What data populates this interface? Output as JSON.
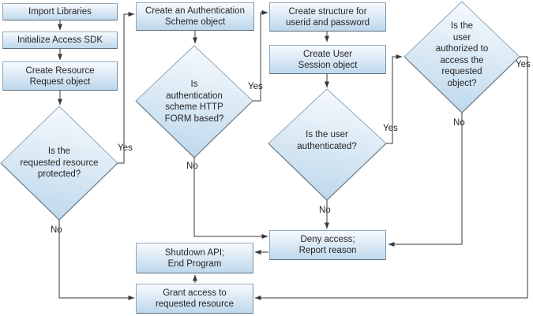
{
  "flowchart": {
    "nodes": {
      "import_libraries": "Import Libraries",
      "initialize_sdk": "Initialize Access SDK",
      "create_resource_request": "Create Resource\nRequest object",
      "create_auth_scheme": "Create an Authentication\nScheme object",
      "create_userid_structure": "Create structure for\nuserid and password",
      "create_user_session": "Create User\nSession object",
      "deny_access": "Deny access;\nReport reason",
      "shutdown_api": "Shutdown API;\nEnd Program",
      "grant_access": "Grant access to\nrequested resource"
    },
    "decisions": {
      "resource_protected": "Is the\nrequested resource\nprotected?",
      "auth_scheme_http_form": "Is\nauthentication\nscheme HTTP\nFORM based?",
      "user_authenticated": "Is the user\nauthenticated?",
      "user_authorized": "Is the\nuser\nauthorized to\naccess the\nrequested\nobject?"
    },
    "edge_labels": {
      "resource_protected_yes": "Yes",
      "resource_protected_no": "No",
      "auth_scheme_yes": "Yes",
      "auth_scheme_no": "No",
      "user_authenticated_yes": "Yes",
      "user_authenticated_no": "No",
      "user_authorized_yes": "Yes",
      "user_authorized_no": "No"
    },
    "colors": {
      "node_fill_top": "#f6fafd",
      "node_fill_mid": "#ddeaf6",
      "node_fill_bottom": "#bed8ec",
      "node_border": "#90a8ba",
      "node_shadow": "#5e6e7b",
      "connector": "#3a3a3a",
      "text": "#262626",
      "background": "#ffffff"
    }
  }
}
